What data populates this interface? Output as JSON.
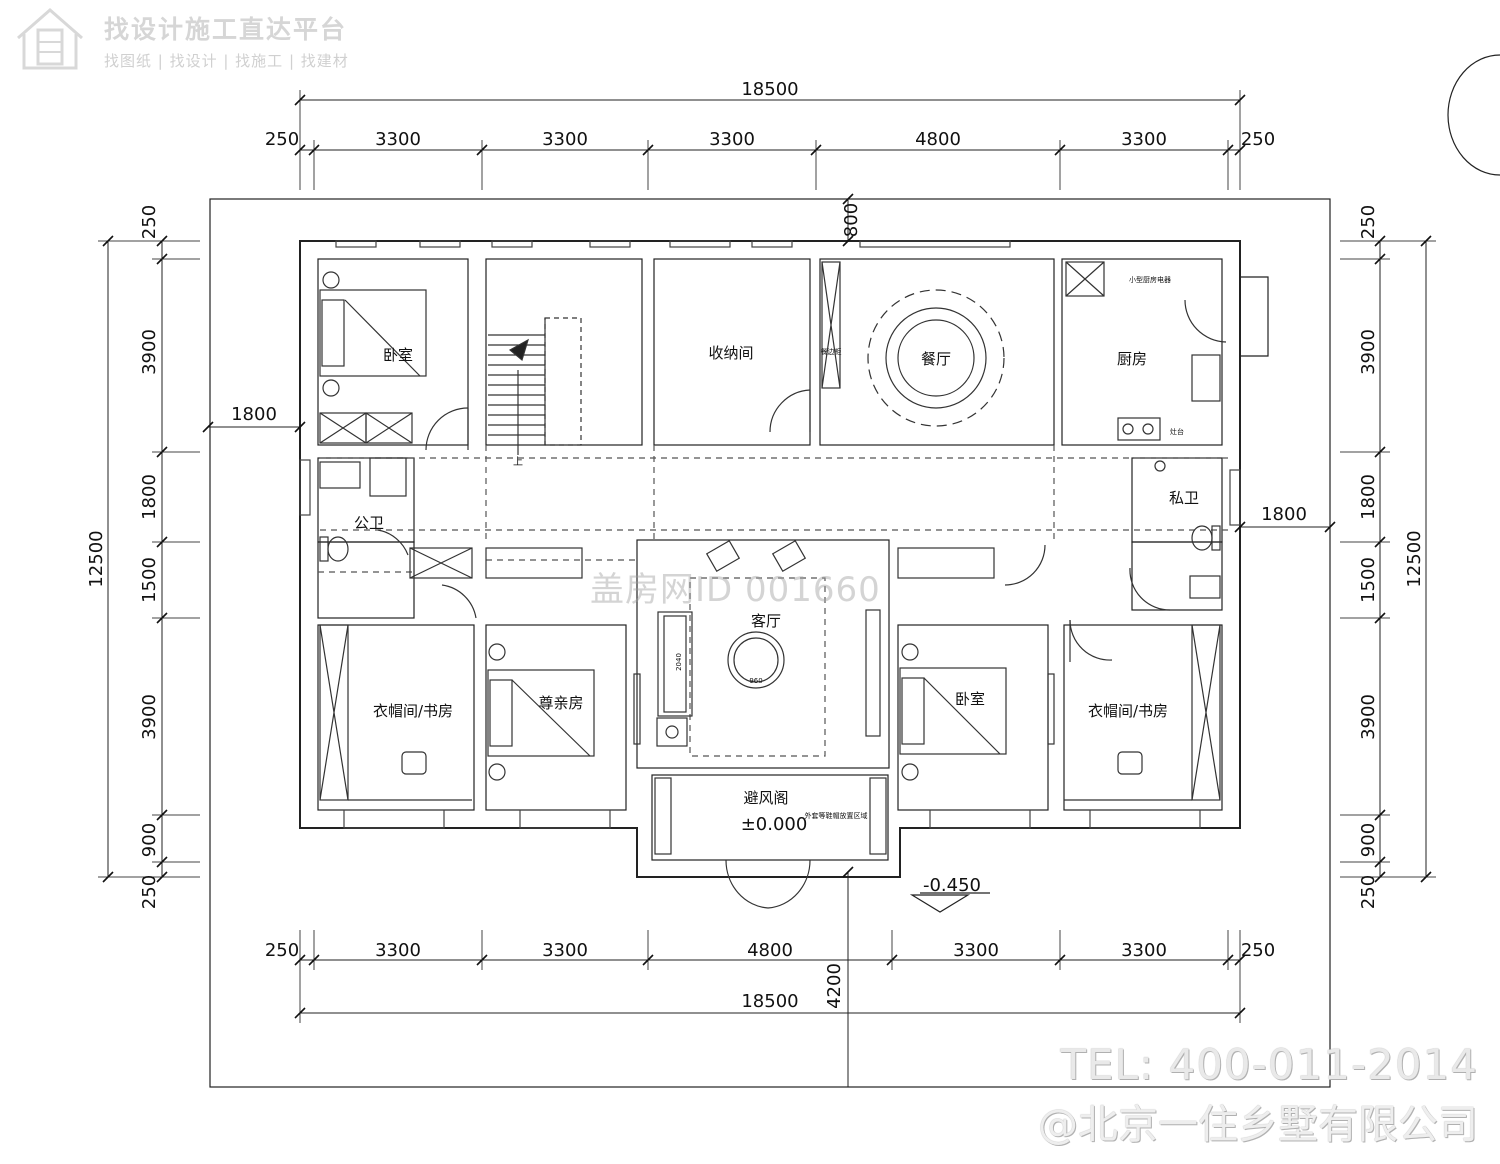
{
  "brand": {
    "title": "找设计施工直达平台",
    "subtitle": "找图纸 | 找设计 | 找施工 | 找建材",
    "tel": "TEL: 400-011-2014",
    "company": "@北京一住乡墅有限公司",
    "watermark": "盖房网ID 001660"
  },
  "top_dims": {
    "overall": "18500",
    "edge_left": "250",
    "edge_right": "250",
    "bays": [
      "3300",
      "3300",
      "3300",
      "4800",
      "3300"
    ],
    "notch": "800"
  },
  "bottom_dims": {
    "overall": "18500",
    "edge_left": "250",
    "edge_right": "250",
    "bays": [
      "3300",
      "3300",
      "4800",
      "3300",
      "3300"
    ],
    "depth": "4200"
  },
  "left_dims": {
    "overall": "12500",
    "edge_top": "250",
    "edge_bottom": "250",
    "rows": [
      "3900",
      "1800",
      "1500",
      "3900",
      "900"
    ],
    "offset": "1800"
  },
  "right_dims": {
    "overall": "12500",
    "edge_top": "250",
    "edge_bottom": "250",
    "rows": [
      "3900",
      "1800",
      "1500",
      "3900",
      "900"
    ],
    "offset": "1800"
  },
  "rooms": {
    "bedroom_nw": "卧室",
    "storage": "收纳间",
    "dining": "餐厅",
    "kitchen": "厨房",
    "public_wc": "公卫",
    "private_wc": "私卫",
    "living": "客厅",
    "closet_sw": "衣帽间/书房",
    "elder_room": "尊亲房",
    "bedroom_se": "卧室",
    "closet_se": "衣帽间/书房",
    "vestibule": "避风阁"
  },
  "levels": {
    "floor": "±0.000",
    "outside": "-0.450"
  },
  "annotations": {
    "sofa_len": "2040",
    "table_dia": "960",
    "stair_mark": "上",
    "cabinet": "餐边柜",
    "kitchen_note": "小型厨房电器",
    "stove_note": "灶台",
    "entry_note": "外套等鞋帽放置区域"
  }
}
